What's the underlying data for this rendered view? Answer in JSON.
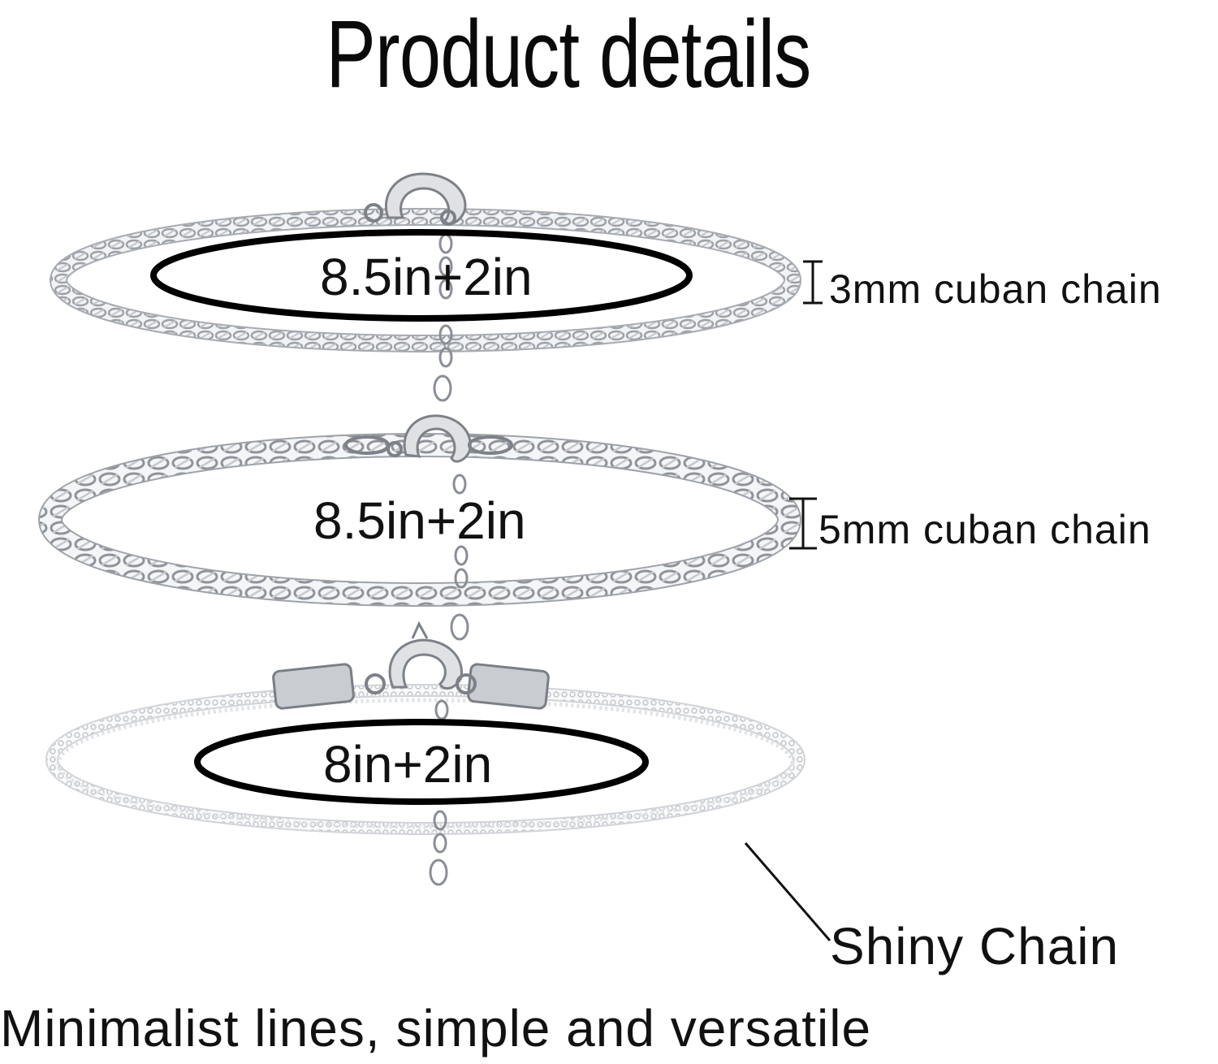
{
  "page": {
    "title": "Product details",
    "tagline": "Minimalist lines, simple and versatile"
  },
  "bracelets": [
    {
      "length_label": "8.5in+2in",
      "chain_label": "3mm cuban chain"
    },
    {
      "length_label": "8.5in+2in",
      "chain_label": "5mm cuban chain"
    },
    {
      "length_label": "8in+2in",
      "chain_label": "Shiny Chain"
    }
  ],
  "colors": {
    "text": "#111111",
    "silver": "#b9bcc2",
    "silver_light": "#e6e8ec",
    "outline": "#000000"
  },
  "icons": [
    "lobster-clasp-icon",
    "extender-chain-icon",
    "size-indicator-icon"
  ]
}
